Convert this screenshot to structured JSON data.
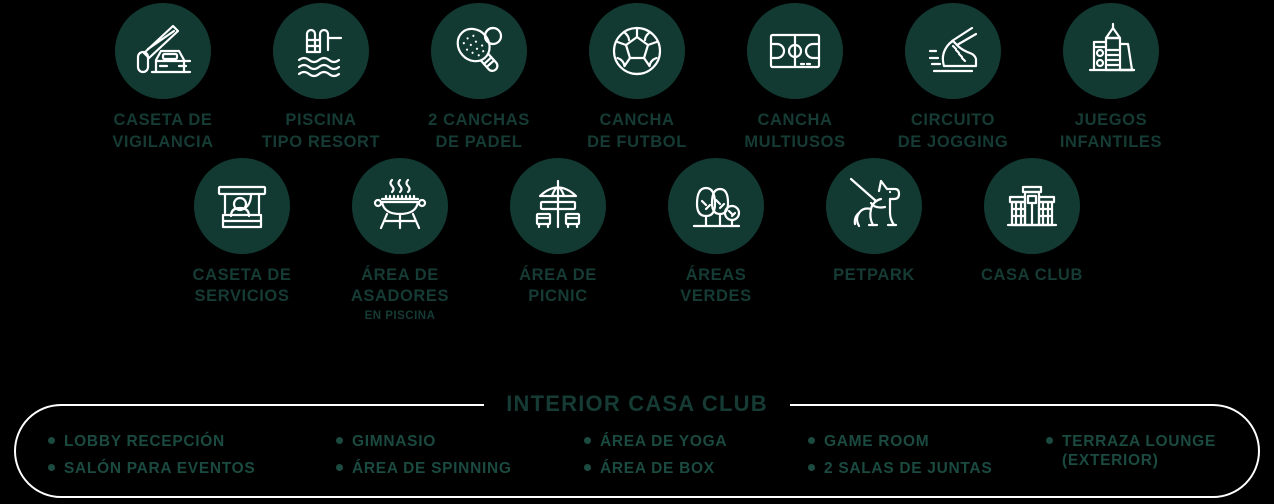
{
  "theme": {
    "background": "#000000",
    "badge_fill": "#123a33",
    "icon_stroke": "#ffffff",
    "label_color": "#153b34",
    "bullet_color": "#1b4a40",
    "panel_border": "#ffffff"
  },
  "rows": [
    {
      "items": [
        {
          "icon": "guard-gate-barrier-car-icon",
          "label": "CASETA DE\nVIGILANCIA",
          "sub": ""
        },
        {
          "icon": "swimming-pool-ladder-waves-icon",
          "label": "PISCINA\nTIPO RESORT",
          "sub": ""
        },
        {
          "icon": "padel-racket-ball-icon",
          "label": "2 CANCHAS\nDE PADEL",
          "sub": ""
        },
        {
          "icon": "soccer-ball-icon",
          "label": "CANCHA\nDE FUTBOL",
          "sub": ""
        },
        {
          "icon": "sports-field-icon",
          "label": "CANCHA\nMULTIUSOS",
          "sub": ""
        },
        {
          "icon": "running-shoe-icon",
          "label": "CIRCUITO\nDE JOGGING",
          "sub": ""
        },
        {
          "icon": "playground-slide-icon",
          "label": "JUEGOS\nINFANTILES",
          "sub": ""
        }
      ]
    },
    {
      "items": [
        {
          "icon": "service-booth-attendant-icon",
          "label": "CASETA DE\nSERVICIOS",
          "sub": ""
        },
        {
          "icon": "bbq-grill-icon",
          "label": "ÁREA DE\nASADORES",
          "sub": "EN PISCINA"
        },
        {
          "icon": "picnic-table-umbrella-icon",
          "label": "ÁREA DE\nPICNIC",
          "sub": ""
        },
        {
          "icon": "trees-green-area-icon",
          "label": "ÁREAS\nVERDES",
          "sub": ""
        },
        {
          "icon": "dog-leash-icon",
          "label": "PETPARK",
          "sub": ""
        },
        {
          "icon": "clubhouse-building-icon",
          "label": "CASA CLUB",
          "sub": ""
        }
      ]
    }
  ],
  "panel": {
    "title": "INTERIOR CASA CLUB",
    "columns": [
      {
        "items": [
          "LOBBY RECEPCIÓN",
          "SALÓN PARA EVENTOS"
        ]
      },
      {
        "items": [
          "GIMNASIO",
          "ÁREA DE SPINNING"
        ]
      },
      {
        "items": [
          "ÁREA DE YOGA",
          "ÁREA DE BOX"
        ]
      },
      {
        "items": [
          "GAME ROOM",
          "2 SALAS DE JUNTAS"
        ]
      },
      {
        "items": [
          "TERRAZA LOUNGE\n(EXTERIOR)"
        ]
      }
    ]
  }
}
